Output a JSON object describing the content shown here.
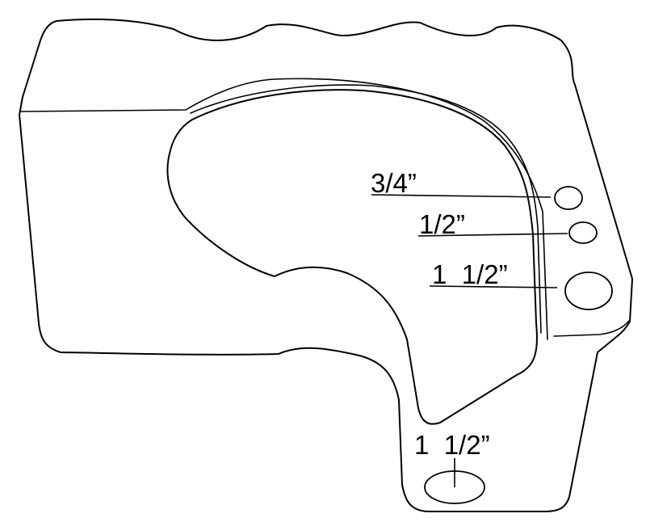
{
  "labels": {
    "hole_3_4": "3/4”",
    "hole_1_2": "1/2”",
    "hole_1_1_2_side": "1  1/2”",
    "hole_1_1_2_bottom": "1  1/2”"
  }
}
